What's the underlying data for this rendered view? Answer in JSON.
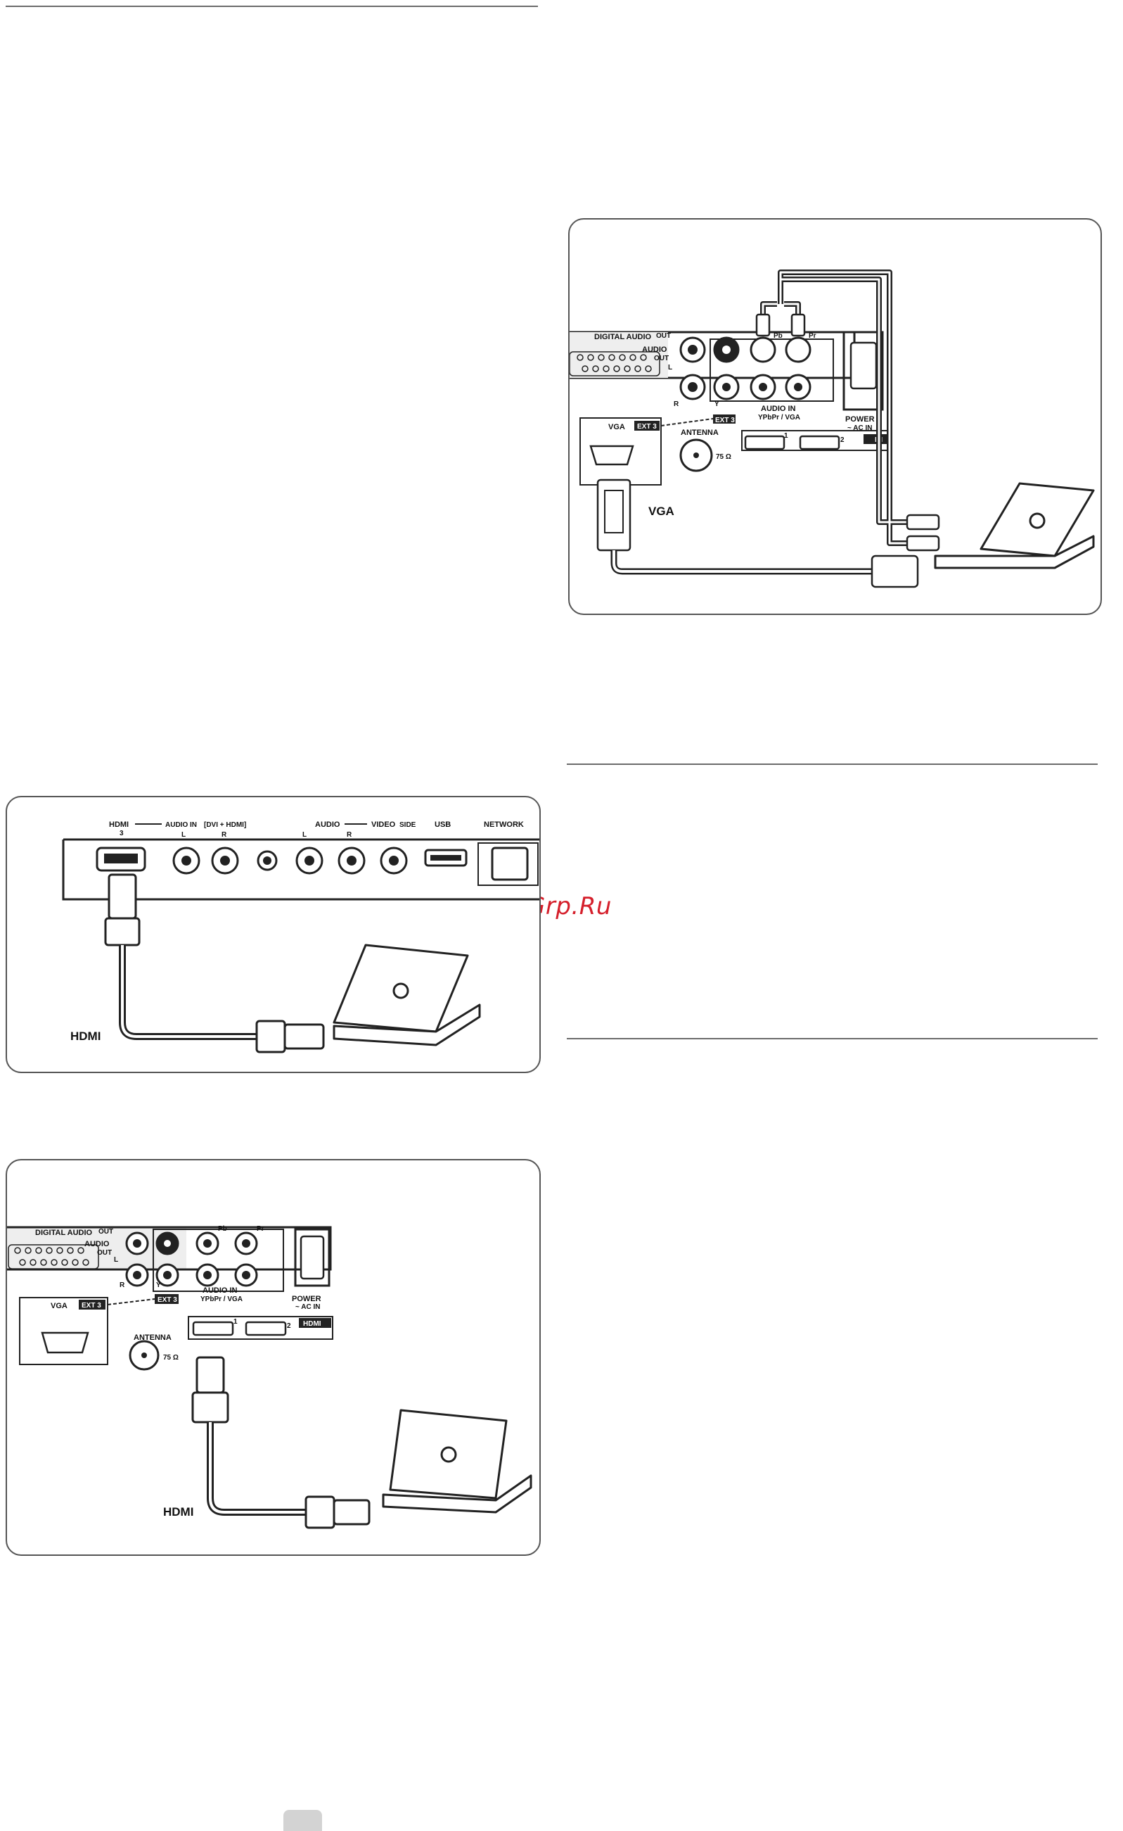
{
  "watermark": "McGrp.Ru",
  "diagram_vga": {
    "labels": {
      "digital_audio_out": "DIGITAL AUDIO",
      "out_small": "OUT",
      "audio_out": "AUDIO",
      "audio_out_small": "OUT",
      "l": "L",
      "r": "R",
      "pb": "Pb",
      "pr": "Pr",
      "y": "Y",
      "audio_in": "AUDIO IN",
      "ypbpr_vga": "YPbPr / VGA",
      "ext3_a": "EXT 3",
      "ext3_b": "EXT 3",
      "vga_port": "VGA",
      "antenna": "ANTENNA",
      "ohm": "75 Ω",
      "power": "POWER",
      "ac_in": "~ AC IN",
      "hdmi_badge": "MI",
      "hdmi1": "1",
      "hdmi2": "2",
      "cable_vga": "VGA"
    }
  },
  "diagram_side": {
    "labels": {
      "hdmi": "HDMI",
      "hdmi_num": "3",
      "audio_in": "AUDIO IN",
      "dvi_hdmi": "[DVI + HDMI]",
      "l1": "L",
      "r1": "R",
      "audio": "AUDIO",
      "l2": "L",
      "r2": "R",
      "video": "VIDEO",
      "side": "SIDE",
      "usb": "USB",
      "network": "NETWORK",
      "cable_hdmi": "HDMI"
    }
  },
  "diagram_rear": {
    "labels": {
      "digital_audio_out": "DIGITAL AUDIO",
      "out_small": "OUT",
      "audio_out": "AUDIO",
      "audio_out_small": "OUT",
      "l": "L",
      "r": "R",
      "pb": "Pb",
      "pr": "Pr",
      "y": "Y",
      "audio_in": "AUDIO IN",
      "ypbpr_vga": "YPbPr / VGA",
      "ext3_a": "EXT 3",
      "ext3_b": "EXT 3",
      "vga_port": "VGA",
      "antenna": "ANTENNA",
      "ohm": "75 Ω",
      "power": "POWER",
      "ac_in": "~ AC IN",
      "hdmi_badge": "HDMI",
      "hdmi1": "1",
      "hdmi2": "2",
      "cable_hdmi": "HDMI"
    }
  }
}
